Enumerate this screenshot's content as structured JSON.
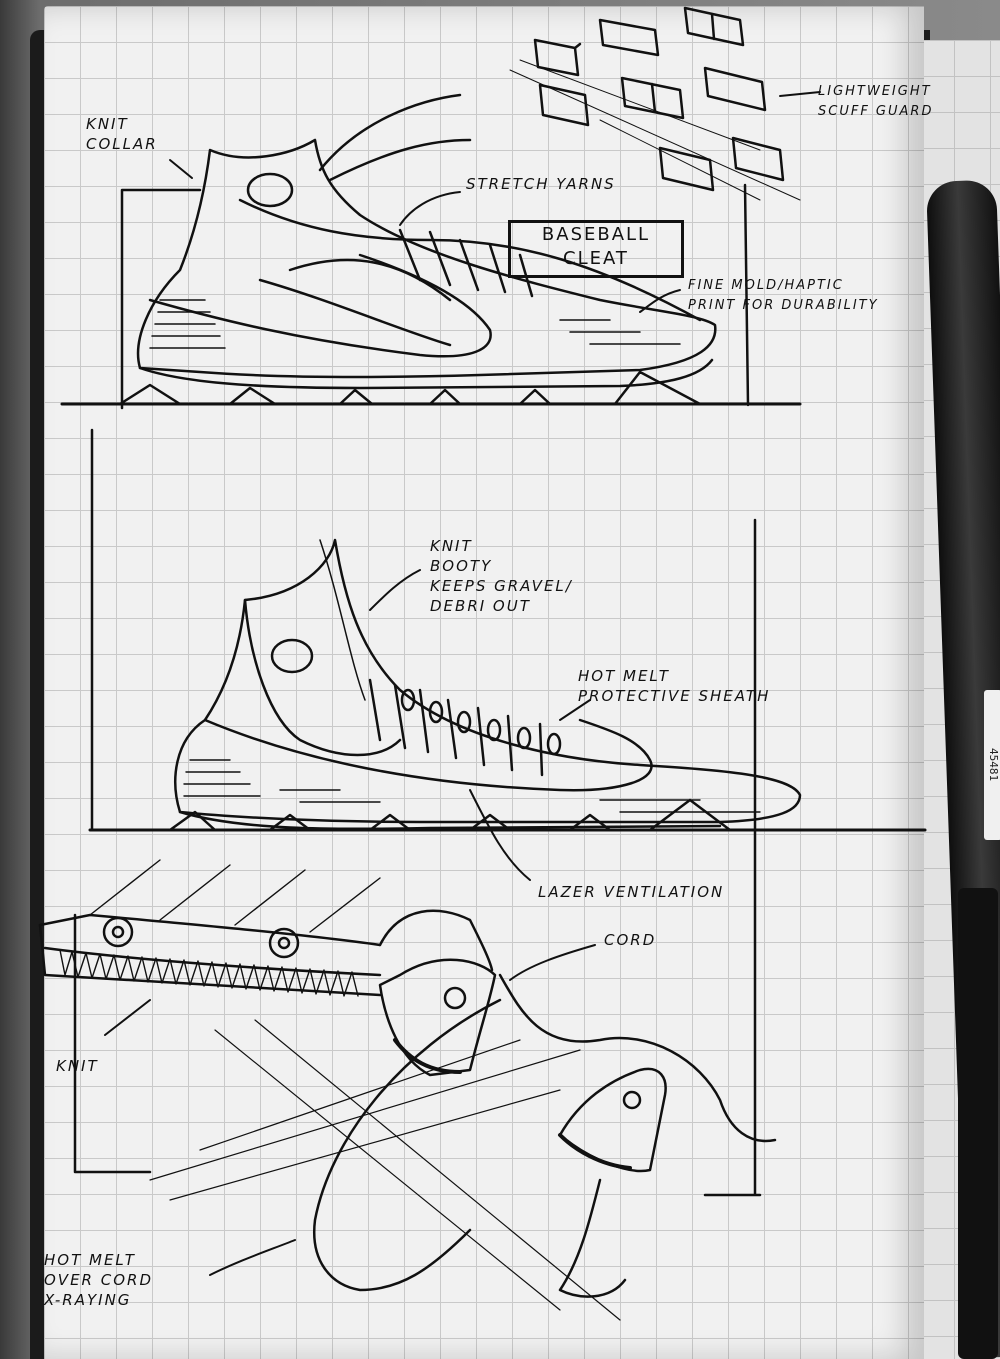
{
  "sketch": {
    "title": "BASEBALL\nCLEAT",
    "annotations": {
      "knit_collar": "KNIT\nCOLLAR",
      "stretch_yarns": "STRETCH YARNS",
      "lightweight_scuff_guard": "LIGHTWEIGHT\nSCUFF GUARD",
      "fine_mold": "FINE MOLD/HAPTIC\nPRINT FOR DURABILITY",
      "knit_booty": "KNIT\nBOOTY\nKEEPS GRAVEL/\nDEBRI OUT",
      "hot_melt_sheath": "HOT MELT\nPROTECTIVE SHEATH",
      "lazer_ventilation": "LAZER VENTILATION",
      "cord": "CORD",
      "knit": "KNIT",
      "hot_melt_cord": "HOT MELT\nOVER CORD\nX-RAYING"
    }
  },
  "pen": {
    "label": "45481"
  },
  "colors": {
    "ink": "#111111",
    "paper": "#f1f1f1",
    "grid": "#c9c9c9"
  }
}
